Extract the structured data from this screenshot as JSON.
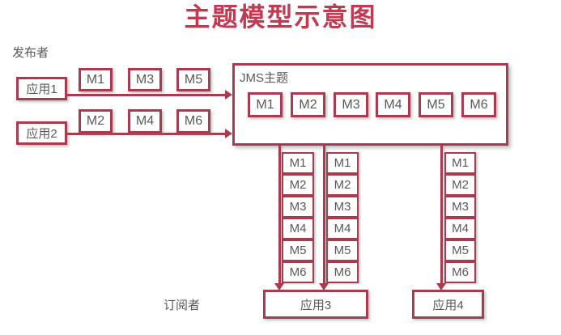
{
  "title": "主题模型示意图",
  "labels": {
    "publisher": "发布者",
    "subscriber": "订阅者"
  },
  "publishers": [
    {
      "label": "应用1",
      "messages": [
        "M1",
        "M3",
        "M5"
      ]
    },
    {
      "label": "应用2",
      "messages": [
        "M2",
        "M4",
        "M6"
      ]
    }
  ],
  "topic": {
    "label": "JMS主题",
    "messages": [
      "M1",
      "M2",
      "M3",
      "M4",
      "M5",
      "M6"
    ]
  },
  "delivery_streams": [
    {
      "messages": [
        "M1",
        "M2",
        "M3",
        "M4",
        "M5",
        "M6"
      ]
    },
    {
      "messages": [
        "M1",
        "M2",
        "M3",
        "M4",
        "M5",
        "M6"
      ]
    },
    {
      "messages": [
        "M1",
        "M2",
        "M3",
        "M4",
        "M5",
        "M6"
      ]
    }
  ],
  "subscribers": [
    {
      "label": "应用3"
    },
    {
      "label": "应用4"
    }
  ],
  "colors": {
    "accent": "#a93a50",
    "title": "#c23a52",
    "text": "#595959"
  }
}
